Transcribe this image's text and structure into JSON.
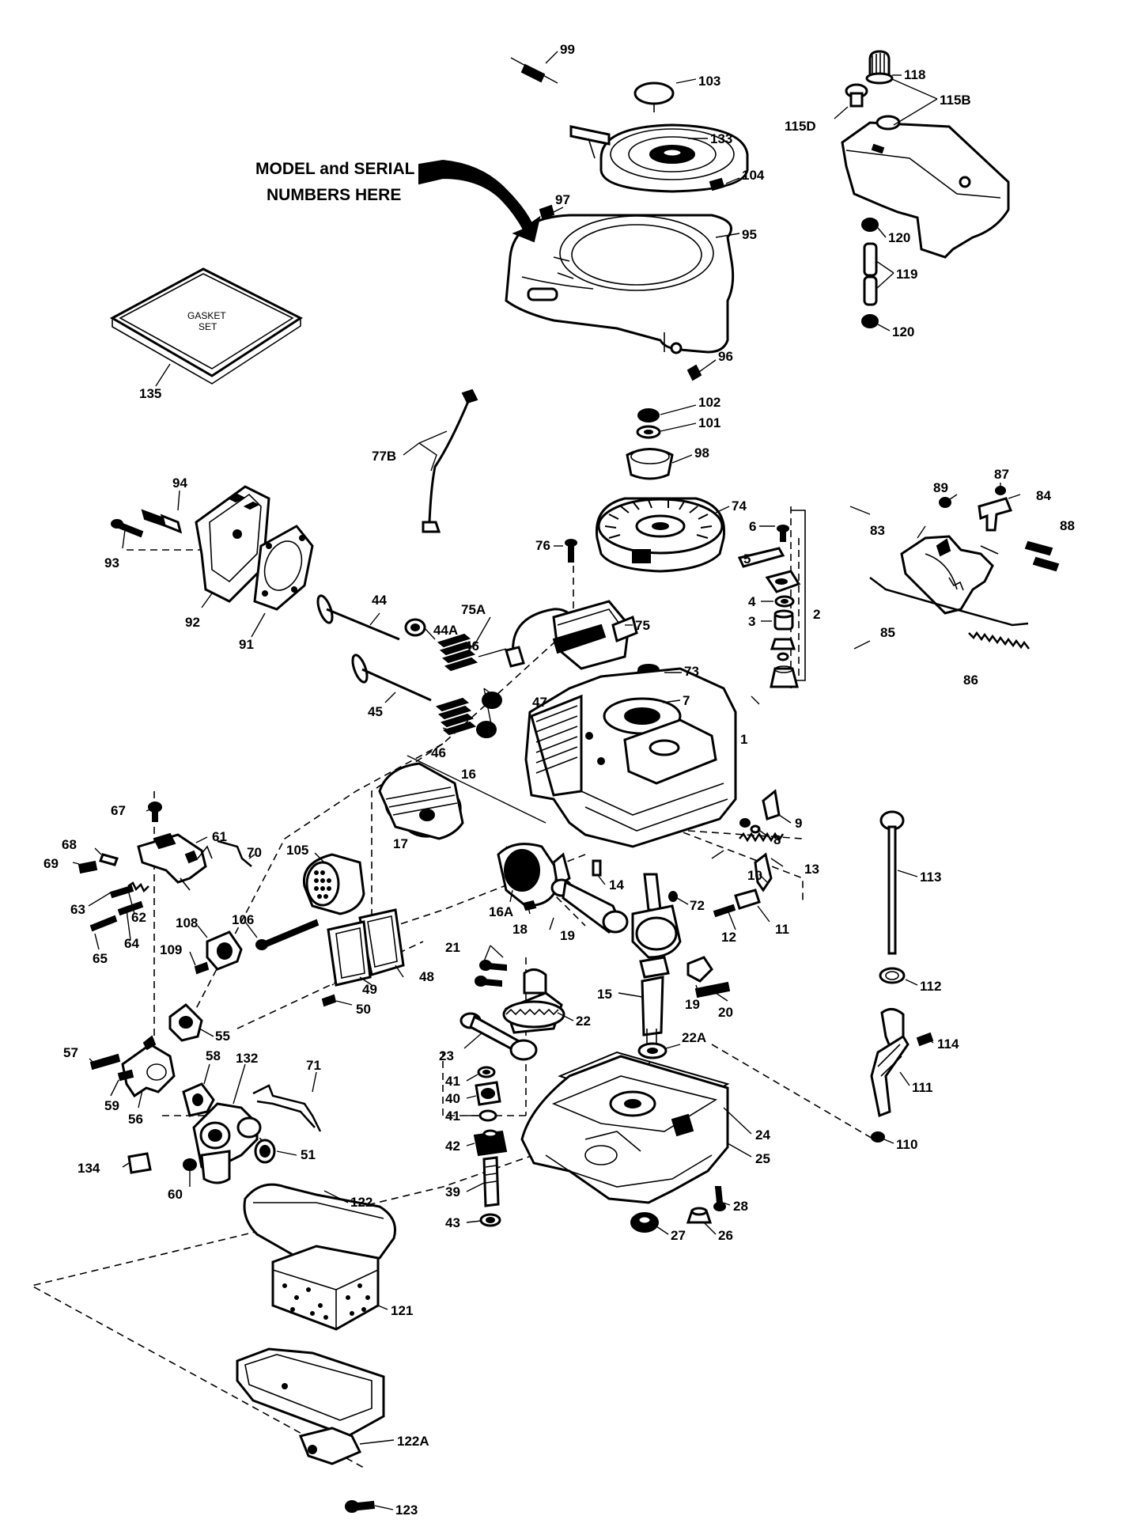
{
  "notice": {
    "line1": "MODEL and SERIAL",
    "line2": "NUMBERS HERE"
  },
  "gasket_set": {
    "line1": "GASKET",
    "line2": "SET"
  },
  "callouts": [
    "99",
    "103",
    "133",
    "104",
    "97",
    "95",
    "96",
    "118",
    "115B",
    "115D",
    "120",
    "119",
    "120",
    "135",
    "77B",
    "102",
    "101",
    "98",
    "74",
    "76",
    "6",
    "5",
    "4",
    "3",
    "2",
    "73",
    "7",
    "94",
    "93",
    "92",
    "91",
    "44",
    "44A",
    "75A",
    "75",
    "46",
    "47",
    "45",
    "46",
    "89",
    "87",
    "84",
    "83",
    "88",
    "85",
    "86",
    "16",
    "17",
    "1",
    "9",
    "8",
    "13",
    "10",
    "11",
    "12",
    "67",
    "61",
    "68",
    "69",
    "70",
    "105",
    "63",
    "62",
    "64",
    "65",
    "108",
    "106",
    "109",
    "16A",
    "18",
    "14",
    "72",
    "19",
    "21",
    "19",
    "20",
    "15",
    "22",
    "22A",
    "23",
    "49",
    "48",
    "50",
    "55",
    "57",
    "58",
    "132",
    "71",
    "59",
    "56",
    "41",
    "40",
    "41",
    "42",
    "39",
    "43",
    "24",
    "25",
    "28",
    "26",
    "27",
    "134",
    "60",
    "51",
    "113",
    "112",
    "114",
    "111",
    "110",
    "122",
    "121",
    "122A",
    "123"
  ]
}
